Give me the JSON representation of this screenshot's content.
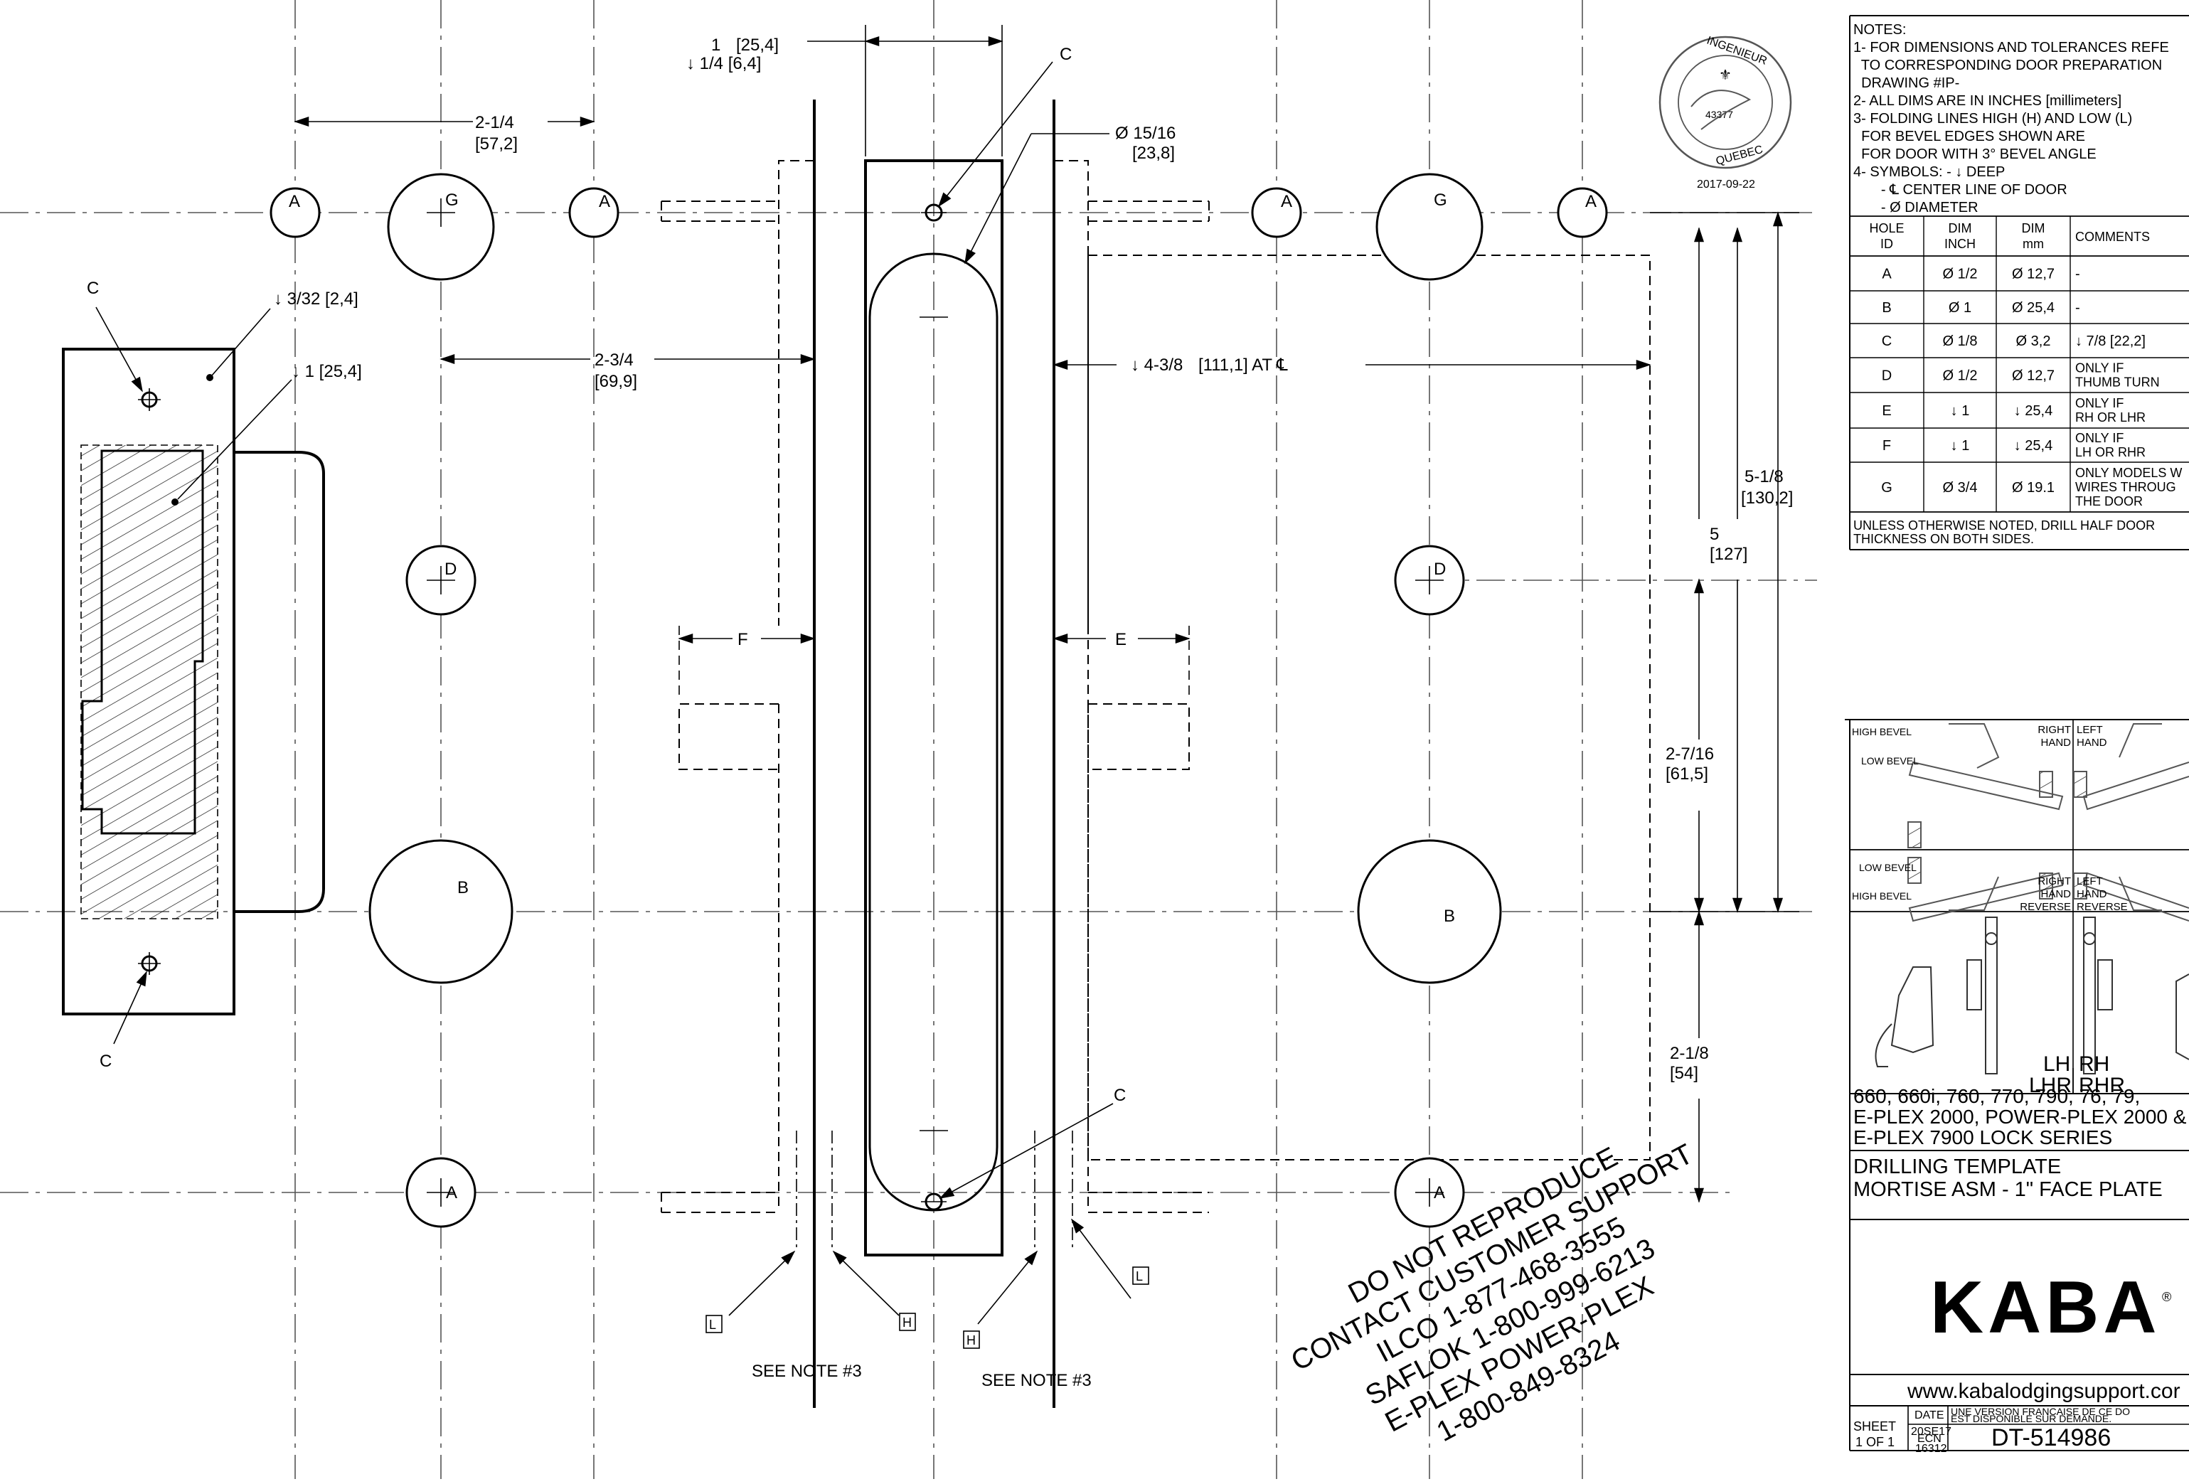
{
  "holes": {
    "a": "A",
    "b": "B",
    "c": "C",
    "d": "D",
    "g": "G",
    "e": "E",
    "f": "F",
    "h": "H",
    "l": "L"
  },
  "dimensions": {
    "dim_2_1_4": "2-1/4",
    "dim_57_2": "[57,2]",
    "dim_1": "1",
    "dim_25_4_top": "[25,4]",
    "dim_depth_1_4": "↓ 1/4 [6,4]",
    "dim_dia_15_16": "Ø 15/16",
    "dim_23_8": "[23,8]",
    "dim_depth_3_32": "↓ 3/32 [2,4]",
    "dim_depth_1": "↓ 1 [25,4]",
    "dim_2_3_4": "2-3/4",
    "dim_69_9": "[69,9]",
    "dim_depth_4_3_8": "↓ 4-3/8",
    "dim_111_1": "[111,1] AT ℄",
    "dim_5_1_8": "5-1/8",
    "dim_130_2": "[130,2]",
    "dim_5": "5",
    "dim_127": "[127]",
    "dim_2_7_16": "2-7/16",
    "dim_61_5": "[61,5]",
    "dim_2_1_8": "2-1/8",
    "dim_54": "[54]"
  },
  "notes_text": {
    "see_note_3": "SEE NOTE #3",
    "stamp_date": "2017-09-22",
    "stamp_number": "43377"
  },
  "notes": [
    "NOTES:",
    "1- FOR DIMENSIONS AND TOLERANCES REFE",
    "  TO CORRESPONDING DOOR PREPARATION",
    "  DRAWING #IP-",
    "2- ALL DIMS ARE IN INCHES [millimeters]",
    "3- FOLDING LINES HIGH (H) AND LOW (L)",
    "  FOR BEVEL EDGES SHOWN ARE",
    "  FOR DOOR WITH 3° BEVEL ANGLE",
    "4- SYMBOLS: - ↓ DEEP",
    "       - ℄ CENTER LINE OF DOOR",
    "       - Ø DIAMETER"
  ],
  "hole_table": {
    "headers": [
      [
        "HOLE",
        "ID"
      ],
      [
        "DIM",
        "INCH"
      ],
      [
        "DIM",
        "mm"
      ],
      [
        "COMMENTS"
      ]
    ],
    "rows": [
      {
        "id": "A",
        "inch": "Ø 1/2",
        "mm": "Ø 12,7",
        "comments": [
          "-"
        ]
      },
      {
        "id": "B",
        "inch": "Ø 1",
        "mm": "Ø 25,4",
        "comments": [
          "-"
        ]
      },
      {
        "id": "C",
        "inch": "Ø 1/8",
        "mm": "Ø 3,2",
        "comments": [
          "↓ 7/8 [22,2]"
        ]
      },
      {
        "id": "D",
        "inch": "Ø 1/2",
        "mm": "Ø 12,7",
        "comments": [
          "ONLY IF",
          "THUMB TURN"
        ]
      },
      {
        "id": "E",
        "inch": "↓ 1",
        "mm": "↓ 25,4",
        "comments": [
          "ONLY IF",
          "RH OR LHR"
        ]
      },
      {
        "id": "F",
        "inch": "↓ 1",
        "mm": "↓ 25,4",
        "comments": [
          "ONLY IF",
          "LH OR RHR"
        ]
      },
      {
        "id": "G",
        "inch": "Ø 3/4",
        "mm": "Ø 19.1",
        "comments": [
          "ONLY MODELS W",
          "WIRES THROUG",
          "THE DOOR"
        ]
      }
    ],
    "footer": [
      "UNLESS OTHERWISE NOTED, DRILL HALF DOOR",
      "THICKNESS ON BOTH SIDES."
    ]
  },
  "bevel_chart": {
    "high_bevel": "HIGH BEVEL",
    "low_bevel": "LOW BEVEL",
    "right_hand": [
      "RIGHT",
      "HAND"
    ],
    "left_hand": [
      "LEFT",
      "HAND"
    ],
    "right_hand_reverse": [
      "RIGHT",
      "HAND",
      "REVERSE"
    ],
    "left_hand_reverse": [
      "LEFT",
      "HAND",
      "REVERSE"
    ]
  },
  "handing": {
    "lh": "LH",
    "rh": "RH",
    "lhr": "LHR",
    "rhr": "RHR"
  },
  "title_block": {
    "series": [
      "660, 660i, 760, 770, 790, 76, 79,",
      "E-PLEX 2000, POWER-PLEX 2000 &",
      "E-PLEX 7900 LOCK SERIES"
    ],
    "title": [
      "DRILLING TEMPLATE",
      "MORTISE ASM - 1\" FACE PLATE"
    ],
    "logo": "KABA",
    "registered": "®",
    "website": "www.kabalodgingsupport.cor",
    "sheet": [
      "SHEET",
      "1 OF 1"
    ],
    "date_label": "DATE",
    "date": "20SE17",
    "ecn_label": "ECN",
    "ecn": "16312",
    "french_note": [
      "UNE VERSION FRANCAISE DE CE DO",
      "EST DISPONIBLE SUR DEMANDE."
    ],
    "drawing_number": "DT-514986"
  },
  "watermark": [
    "DO NOT REPRODUCE",
    "CONTACT CUSTOMER SUPPORT",
    "ILCO 1-877-468-3555",
    "SAFLOK 1-800-999-6213",
    "E-PLEX  POWER-PLEX",
    "1-800-849-8324"
  ],
  "stamp": {
    "top_text": "INGENIEUR",
    "bottom_text": "QUEBEC"
  }
}
